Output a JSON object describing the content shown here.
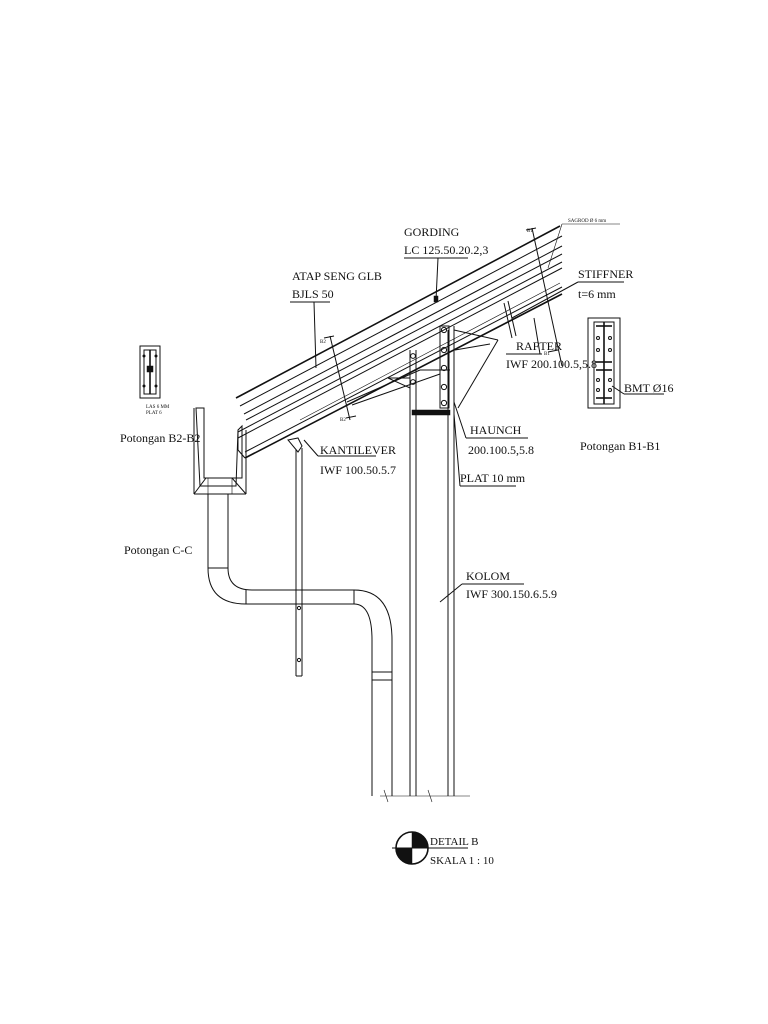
{
  "labels": {
    "gording_1": "GORDING",
    "gording_2": "LC 125.50.20.2,3",
    "atap_1": "ATAP SENG GLB",
    "atap_2": "BJLS 50",
    "stiffner_1": "STIFFNER",
    "stiffner_2": "t=6 mm",
    "sagrod": "SAGROD Ø 6 mm",
    "rafter_1": "RAFTER",
    "rafter_2": "IWF 200.100.5,5.8",
    "bmt": "BMT Ø16",
    "potongan_b1": "Potongan B1-B1",
    "haunch_1": "HAUNCH",
    "haunch_2": "200.100.5,5.8",
    "plat": "PLAT 10 mm",
    "kantilever_1": "KANTILEVER",
    "kantilever_2": "IWF 100.50.5.7",
    "potongan_b2": "Potongan B2-B2",
    "las": "LAS 6 MM",
    "plat_small": "PLAT 6",
    "potongan_cc": "Potongan C-C",
    "kolom_1": "KOLOM",
    "kolom_2": "IWF 300.150.6.5.9",
    "detail": "DETAIL B",
    "skala": "SKALA 1 : 10",
    "cut_b1": "B1",
    "cut_b2": "B2"
  }
}
